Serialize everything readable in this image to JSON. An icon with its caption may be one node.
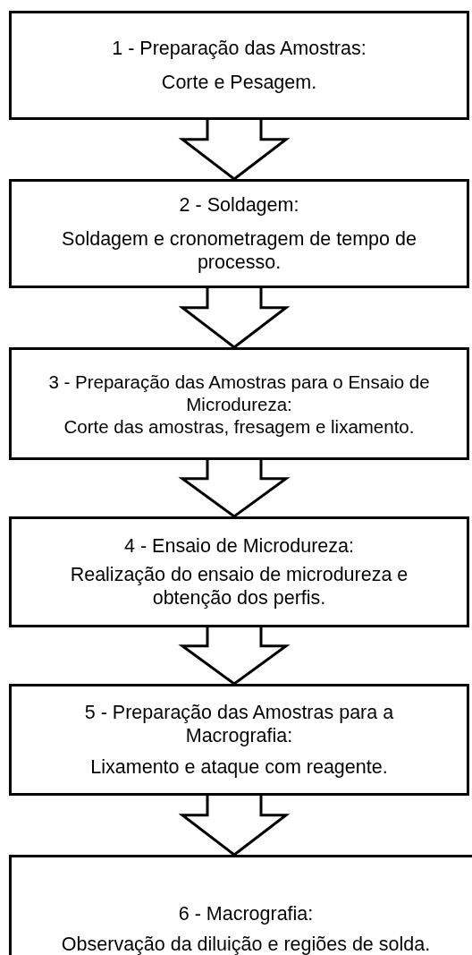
{
  "diagram": {
    "nodes": [
      {
        "text": [
          "1 - Preparação das Amostras:",
          "Corte e Pesagem."
        ]
      },
      {
        "text": [
          "2 - Soldagem:",
          "Soldagem e cronometragem de tempo de processo."
        ]
      },
      {
        "text": [
          "3 - Preparação das Amostras para o Ensaio de Microdureza:",
          "Corte das amostras, fresagem e lixamento."
        ]
      },
      {
        "text": [
          "4 - Ensaio de Microdureza:",
          "Realização do ensaio de microdureza e obtenção dos perfis."
        ]
      },
      {
        "text": [
          "5 - Preparação das Amostras para a Macrografia:",
          "Lixamento e ataque com reagente."
        ]
      },
      {
        "text": [
          "6 - Macrografia:",
          "Observação da diluição e regiões de solda."
        ]
      }
    ],
    "edges": [
      {
        "from": 0,
        "to": 1,
        "arrow": "to"
      },
      {
        "from": 1,
        "to": 2,
        "arrow": "to"
      },
      {
        "from": 2,
        "to": 3,
        "arrow": "to"
      },
      {
        "from": 3,
        "to": 4,
        "arrow": "to"
      },
      {
        "from": 4,
        "to": 5,
        "arrow": "to"
      }
    ]
  }
}
